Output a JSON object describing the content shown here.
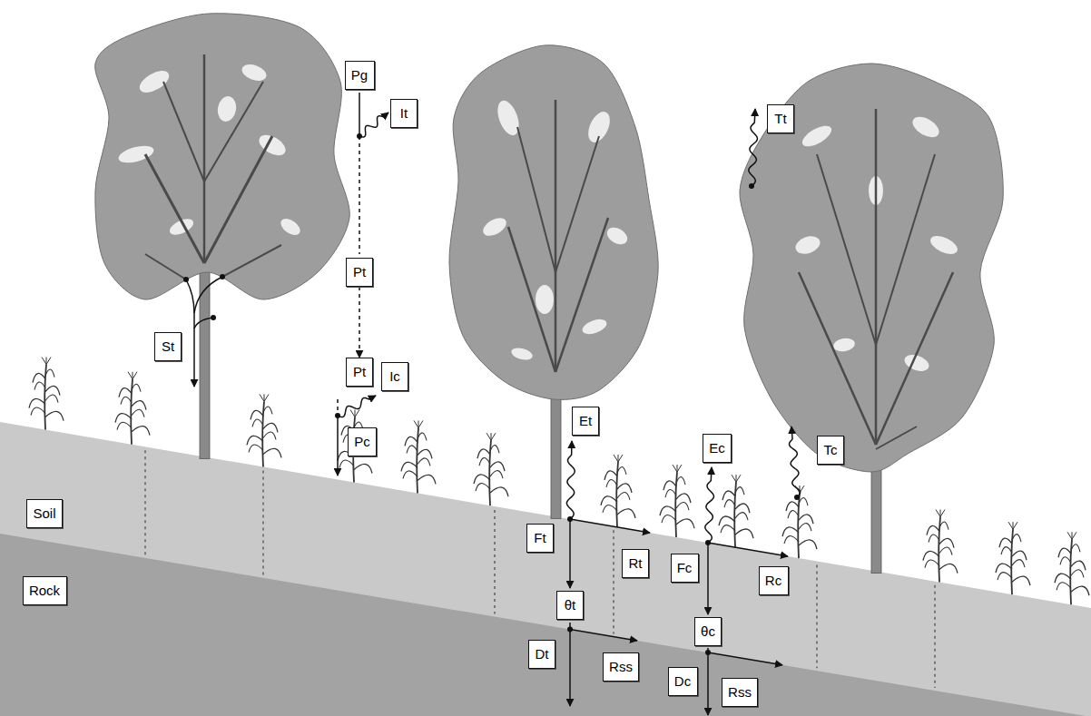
{
  "diagram": {
    "nodes": [
      {
        "text": [
          "Pg"
        ]
      },
      {
        "text": [
          "It"
        ]
      },
      {
        "text": [
          "Tt"
        ]
      },
      {
        "text": [
          "Pt"
        ]
      },
      {
        "text": [
          "St"
        ]
      },
      {
        "text": [
          "Pt"
        ]
      },
      {
        "text": [
          "Ic"
        ]
      },
      {
        "text": [
          "Et"
        ]
      },
      {
        "text": [
          "Pc"
        ]
      },
      {
        "text": [
          "Ec"
        ]
      },
      {
        "text": [
          "Tc"
        ]
      },
      {
        "text": [
          "Soil"
        ]
      },
      {
        "text": [
          "Ft"
        ]
      },
      {
        "text": [
          "Rt"
        ]
      },
      {
        "text": [
          "Fc"
        ]
      },
      {
        "text": [
          "Rc"
        ]
      },
      {
        "text": [
          "Rock"
        ]
      },
      {
        "text": [
          "θt"
        ]
      },
      {
        "text": [
          "θc"
        ]
      },
      {
        "text": [
          "Dt"
        ]
      },
      {
        "text": [
          "Rss"
        ]
      },
      {
        "text": [
          "Dc"
        ]
      },
      {
        "text": [
          "Rss"
        ]
      }
    ],
    "edges": [
      {
        "from": 3,
        "to": 5,
        "arrow": "to"
      }
    ]
  }
}
